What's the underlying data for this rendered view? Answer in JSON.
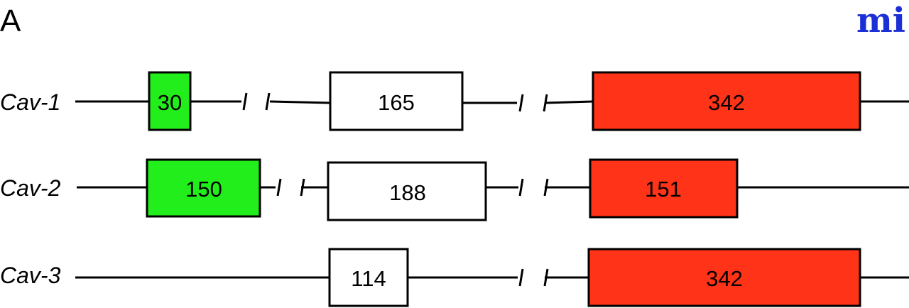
{
  "panel_label": "A",
  "logo": {
    "text": "mi",
    "color": "#1a2fd6"
  },
  "colors": {
    "green": "#22ee1c",
    "white": "#ffffff",
    "red": "#ff3318",
    "line": "#000000"
  },
  "genes": [
    {
      "name": "Cav-1",
      "exons": [
        {
          "length": "30",
          "color": "green"
        },
        {
          "length": "165",
          "color": "white"
        },
        {
          "length": "342",
          "color": "red"
        }
      ]
    },
    {
      "name": "Cav-2",
      "exons": [
        {
          "length": "150",
          "color": "green"
        },
        {
          "length": "188",
          "color": "white"
        },
        {
          "length": "151",
          "color": "red"
        }
      ]
    },
    {
      "name": "Cav-3",
      "exons": [
        {
          "length": "114",
          "color": "white"
        },
        {
          "length": "342",
          "color": "red"
        }
      ]
    }
  ]
}
